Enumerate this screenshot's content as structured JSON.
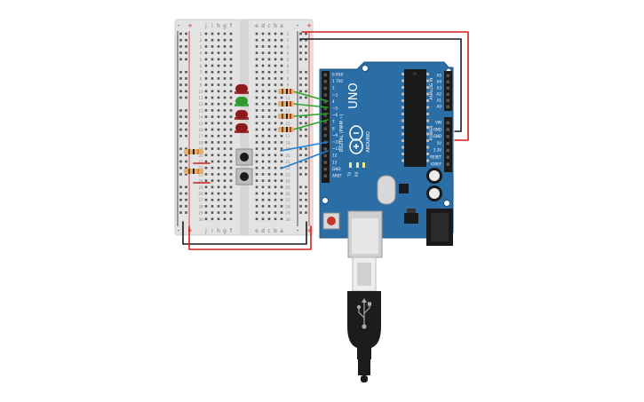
{
  "breadboard": {
    "letters_left": [
      "j",
      "i",
      "h",
      "g",
      "f"
    ],
    "letters_right": [
      "e",
      "d",
      "c",
      "b",
      "a"
    ],
    "row_numbers": [
      "1",
      "2",
      "3",
      "4",
      "5",
      "6",
      "7",
      "8",
      "9",
      "10",
      "11",
      "12",
      "13",
      "14",
      "15",
      "16",
      "17",
      "18",
      "19",
      "20",
      "21",
      "22",
      "23",
      "24",
      "25",
      "26",
      "27",
      "28",
      "29",
      "30"
    ],
    "rail_minus": "-",
    "rail_plus": "+"
  },
  "arduino": {
    "model": "UNO",
    "brand": "ARDUINO",
    "digital_header": "DIGITAL (PWM ~)",
    "analog_header": "ANALOG IN",
    "power_header": "POWER",
    "digital_pins": [
      "0 RX0",
      "1 TX0",
      "2",
      "~3",
      "4",
      "~5",
      "~6",
      "7",
      "8",
      "~9",
      "~10",
      "~11",
      "12",
      "13",
      "GND",
      "AREF"
    ],
    "analog_pins": [
      "A5",
      "A4",
      "A3",
      "A2",
      "A1",
      "A0"
    ],
    "power_pins": [
      "VIN",
      "GND",
      "GND",
      "5V",
      "3.3V",
      "RESET",
      "IOREF"
    ],
    "tx_label": "TX",
    "rx_label": "RX"
  },
  "components": {
    "leds": [
      {
        "color": "#8e1a1a"
      },
      {
        "color": "#2e9a2e"
      },
      {
        "color": "#8e1a1a"
      },
      {
        "color": "#8e1a1a"
      }
    ],
    "wire_colors": {
      "power": "#d11f1f",
      "ground": "#1a1a1a",
      "signal_green": "#2aa52a",
      "signal_blue": "#1f7fd1"
    },
    "board_color": "#2b6ea6"
  }
}
